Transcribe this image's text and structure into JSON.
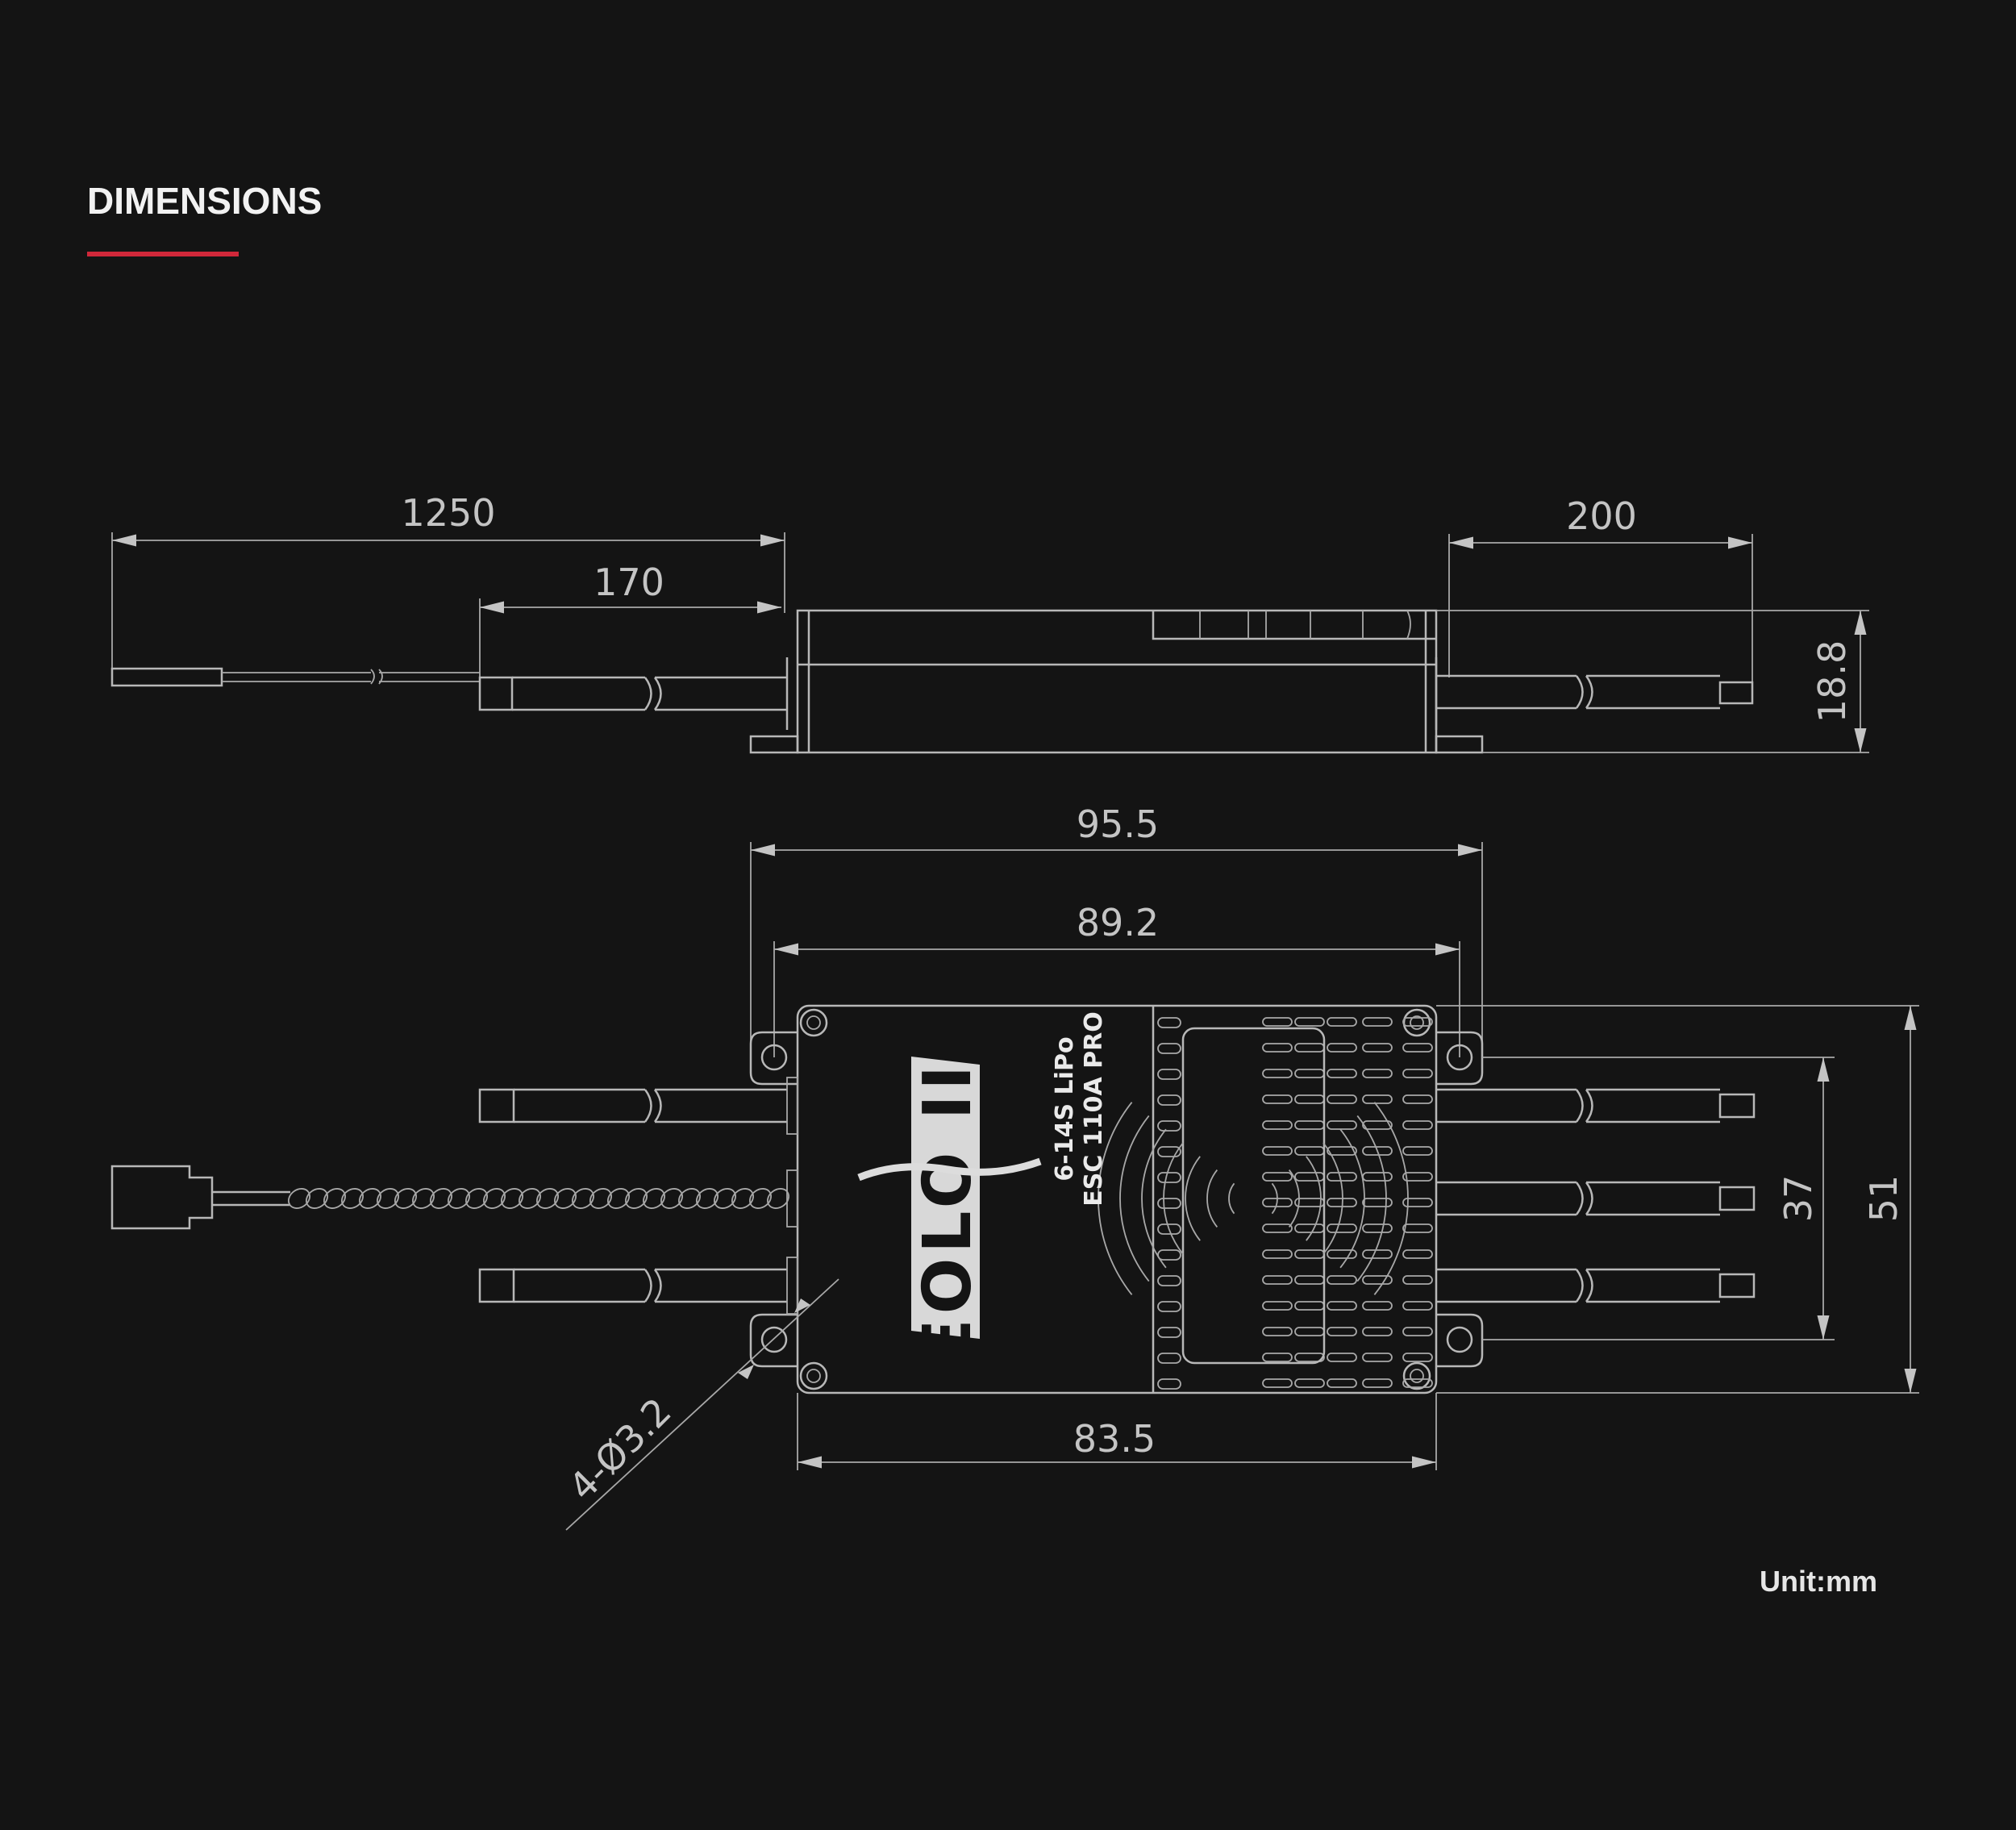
{
  "header": {
    "title": "DIMENSIONS",
    "accent_color": "#d0283a"
  },
  "side_view": {
    "dim_signal_cable": "1250",
    "dim_left_cable": "170",
    "dim_right_cable": "200",
    "dim_height": "18.8"
  },
  "top_view": {
    "dim_flange_width": "95.5",
    "dim_hole_spacing": "89.2",
    "dim_body_length": "83.5",
    "dim_hole_pitch": "37",
    "dim_body_width": "51",
    "dim_hole_callout": "4-Ø3.2",
    "label_line1": "6-14S LiPo",
    "label_line2": "ESC 110A PRO",
    "logo_text": "EOLO III"
  },
  "footer": {
    "unit": "Unit:mm"
  }
}
